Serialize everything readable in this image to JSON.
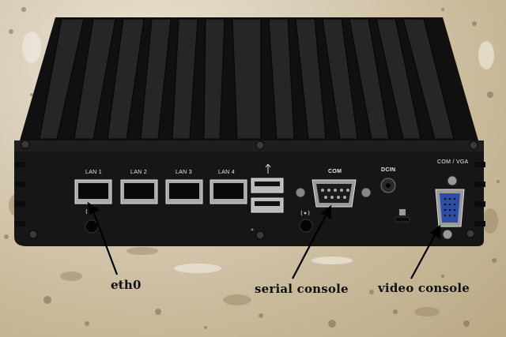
{
  "port_labels": {
    "lan1": "LAN 1",
    "lan2": "LAN 2",
    "lan3": "LAN 3",
    "lan4": "LAN 4",
    "com": "COM",
    "dcin": "DCIN",
    "com_vga": "COM / VGA"
  },
  "annotations": {
    "eth0": "eth0",
    "serial_console": "serial console",
    "video_console": "video console"
  },
  "colors": {
    "chassis": "#151515",
    "heatsink_fin": "#1f1f1f",
    "vga_port": "#2b4fa8",
    "annotation_text": "#111111",
    "arrow": "#000000"
  },
  "icons": {
    "usb": "usb-icon",
    "wifi_led_left": "wireless-indicator-icon",
    "wifi_led_right": "wireless-indicator-icon",
    "lock": "kensington-lock-icon"
  }
}
